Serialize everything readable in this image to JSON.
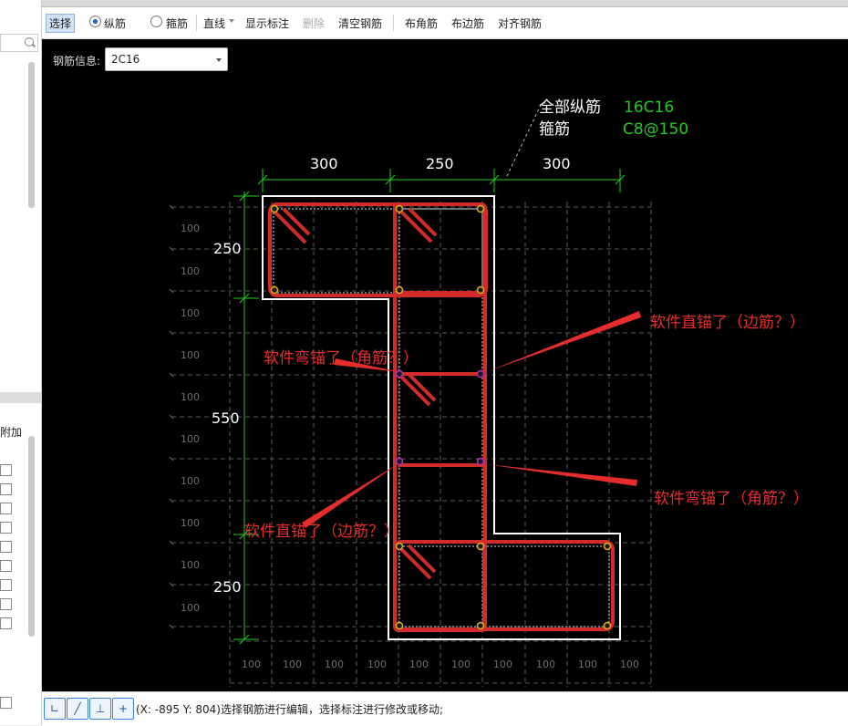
{
  "toolbar": {
    "select_label": "选择",
    "longitudinal_label": "纵筋",
    "stirrup_label": "箍筋",
    "line_label": "直线",
    "show_dim_label": "显示标注",
    "delete_label": "删除",
    "clear_label": "清空钢筋",
    "corner_label": "布角筋",
    "edge_label": "布边筋",
    "align_label": "对齐钢筋"
  },
  "left_panel": {
    "column_header": "附加"
  },
  "rebar_info": {
    "label": "钢筋信息:",
    "value": "2C16"
  },
  "legend": {
    "all_long_label": "全部纵筋",
    "all_long_value": "16C16",
    "stirrup_label": "箍筋",
    "stirrup_value": "C8@150"
  },
  "dimensions": {
    "top": [
      "300",
      "250",
      "300"
    ],
    "left": [
      "250",
      "550",
      "250"
    ],
    "grid_label": "100"
  },
  "annotations": [
    "软件直锚了（边筋？）",
    "软件弯锚了（角筋？）",
    "软件弯锚了（角筋？）",
    "软件直锚了（边筋？）"
  ],
  "status": {
    "coords": "(X: -895 Y: 804)",
    "message": "选择钢筋进行编辑，选择标注进行修改或移动;"
  },
  "colors": {
    "canvas_bg": "#000000",
    "rebar": "#d22b2b",
    "dimension": "#22cc22",
    "annotation": "#e52d2d",
    "outline": "#ffffff"
  }
}
